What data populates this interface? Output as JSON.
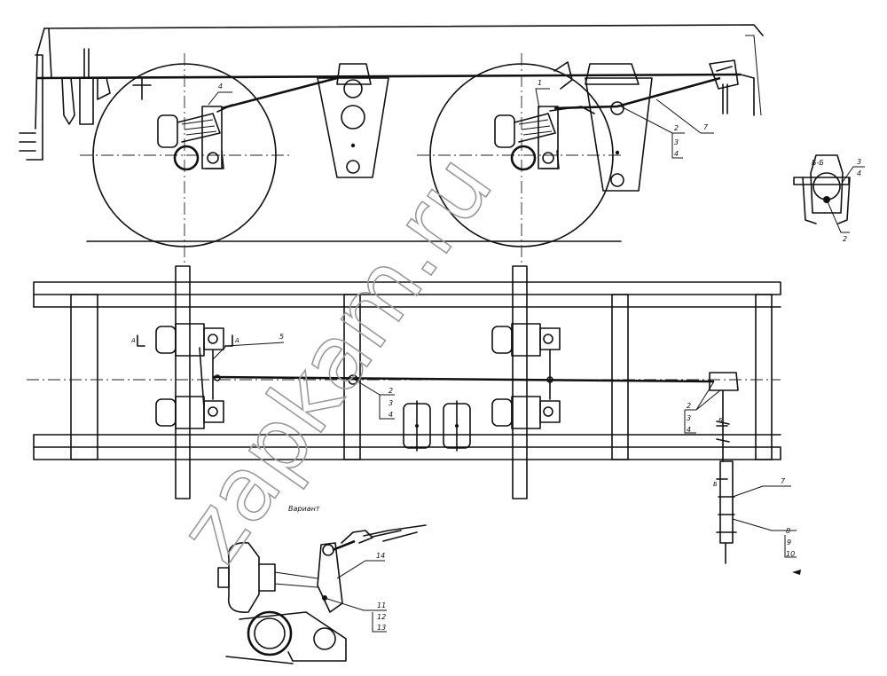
{
  "drawing": {
    "section_label": "Б-Б",
    "variant_label": "Вариант"
  },
  "callouts": {
    "side_view": [
      "4",
      "1",
      "2",
      "3",
      "4",
      "7"
    ],
    "section": [
      "3",
      "4",
      "2"
    ],
    "plan_view": [
      "5",
      "2",
      "3",
      "4",
      "2",
      "3",
      "4",
      "Б",
      "Б",
      "7",
      "8",
      "9",
      "10"
    ],
    "plan_section_marks": [
      "А",
      "А"
    ],
    "variant": [
      "14",
      "11",
      "12",
      "13"
    ]
  },
  "watermark": {
    "text": "zapkam.ru"
  }
}
